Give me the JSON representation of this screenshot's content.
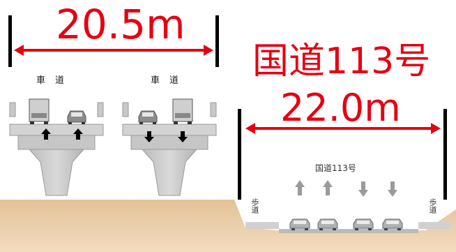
{
  "expressway": {
    "width_label": "20.5m",
    "lane_label_left": "車道",
    "lane_label_right": "車道"
  },
  "route113": {
    "title": "国道113号",
    "width_label": "22.0m",
    "road_label": "国道113号",
    "sidewalk_left": "歩道",
    "sidewalk_right": "歩道"
  },
  "colors": {
    "dimension_red": "#e60012",
    "structure_gray": "#c8c8c8",
    "ground": "#e8c9a0"
  }
}
